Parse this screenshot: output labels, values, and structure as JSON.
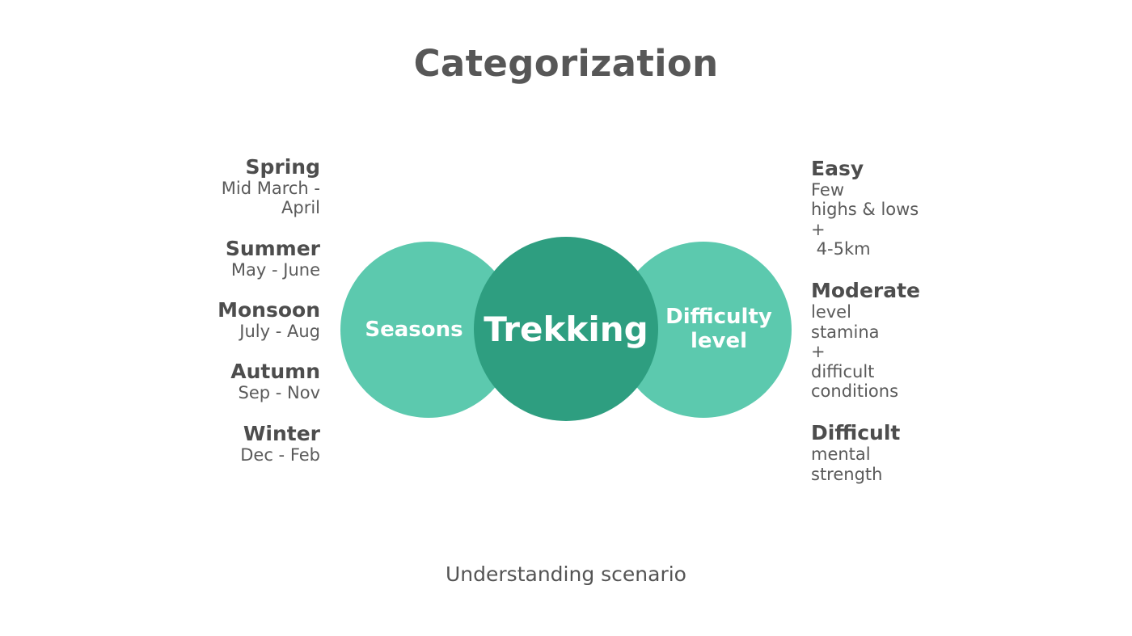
{
  "slide": {
    "title": "Categorization",
    "caption": "Understanding scenario",
    "background_color": "#ffffff",
    "heading_color": "#4d4d4d",
    "body_color": "#5a5a5a"
  },
  "colors": {
    "circle_outer": "#5cc9ae",
    "circle_center": "#2e9e80",
    "circle_label": "#ffffff"
  },
  "venn": {
    "left_label": "Seasons",
    "center_label": "Trekking",
    "right_label_line1": "Difficulty",
    "right_label_line2": "level"
  },
  "seasons": [
    {
      "name": "Spring",
      "detail_line1": "Mid March -",
      "detail_line2": "April"
    },
    {
      "name": "Summer",
      "detail_line1": "May - June",
      "detail_line2": ""
    },
    {
      "name": "Monsoon",
      "detail_line1": "July - Aug",
      "detail_line2": ""
    },
    {
      "name": "Autumn",
      "detail_line1": "Sep - Nov",
      "detail_line2": ""
    },
    {
      "name": "Winter",
      "detail_line1": "Dec - Feb",
      "detail_line2": ""
    }
  ],
  "difficulty": [
    {
      "name": "Easy",
      "detail_line1": "Few",
      "detail_line2": "highs & lows",
      "detail_line3": "+",
      "detail_line4": " 4-5km",
      "detail_line5": ""
    },
    {
      "name": "Moderate",
      "detail_line1": "level",
      "detail_line2": "stamina",
      "detail_line3": "+",
      "detail_line4": "difficult",
      "detail_line5": "conditions"
    },
    {
      "name": "Difficult",
      "detail_line1": "mental",
      "detail_line2": "strength",
      "detail_line3": "",
      "detail_line4": "",
      "detail_line5": ""
    }
  ]
}
